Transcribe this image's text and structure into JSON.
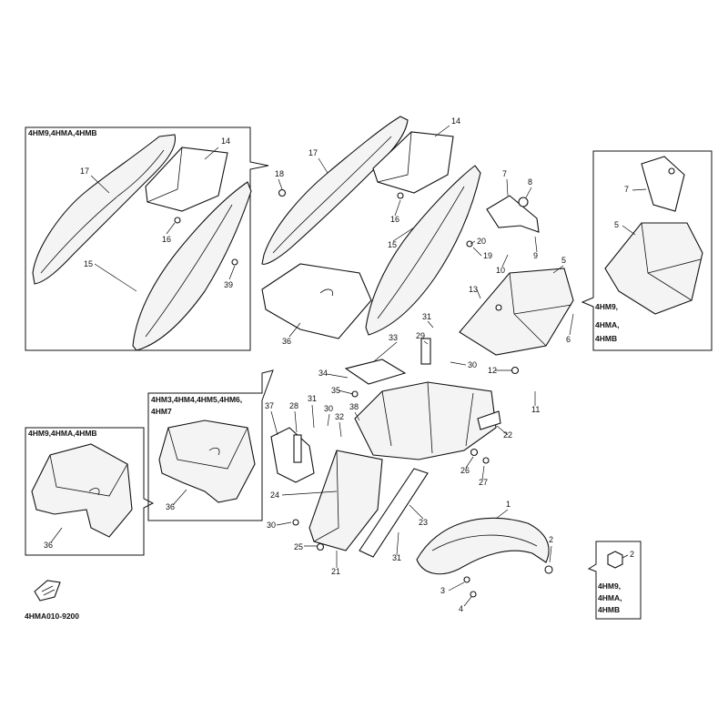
{
  "variant_boxes": {
    "top_left": "4HM9,4HMA,4HMB",
    "bottom_left": "4HM9,4HMA,4HMB",
    "middle": [
      "4HM3,4HM4,4HM5,4HM6,",
      "4HM7"
    ],
    "right_top": [
      "4HM9,",
      "4HMA,",
      "4HMB"
    ],
    "right_bottom": [
      "4HM9,",
      "4HMA,",
      "4HMB"
    ]
  },
  "callouts": {
    "box_tl_17": "17",
    "box_tl_14": "14",
    "box_tl_16": "16",
    "box_tl_15": "15",
    "box_tl_39": "39",
    "m14": "14",
    "m17": "17",
    "m18": "18",
    "m16": "16",
    "m15": "15",
    "m36": "36",
    "m7": "7",
    "m8": "8",
    "m20": "20",
    "m19": "19",
    "m10": "10",
    "m9": "9",
    "m5": "5",
    "m13": "13",
    "m6": "6",
    "m31a": "31",
    "m29": "29",
    "m33": "33",
    "m30a": "30",
    "m12": "12",
    "m11": "11",
    "m34": "34",
    "m35": "35",
    "m37": "37",
    "m28": "28",
    "m31b": "31",
    "m30b": "30",
    "m32": "32",
    "m38": "38",
    "m22": "22",
    "m26": "26",
    "m27": "27",
    "m24": "24",
    "m23": "23",
    "m30c": "30",
    "m25": "25",
    "m21": "21",
    "m31c": "31",
    "m1": "1",
    "m2": "2",
    "m3": "3",
    "m4": "4",
    "box_r_7": "7",
    "box_r_5": "5",
    "box_mid_36": "36",
    "box_bl_36": "36",
    "box_rb_2": "2"
  },
  "figure_code": "4HMA010-9200"
}
